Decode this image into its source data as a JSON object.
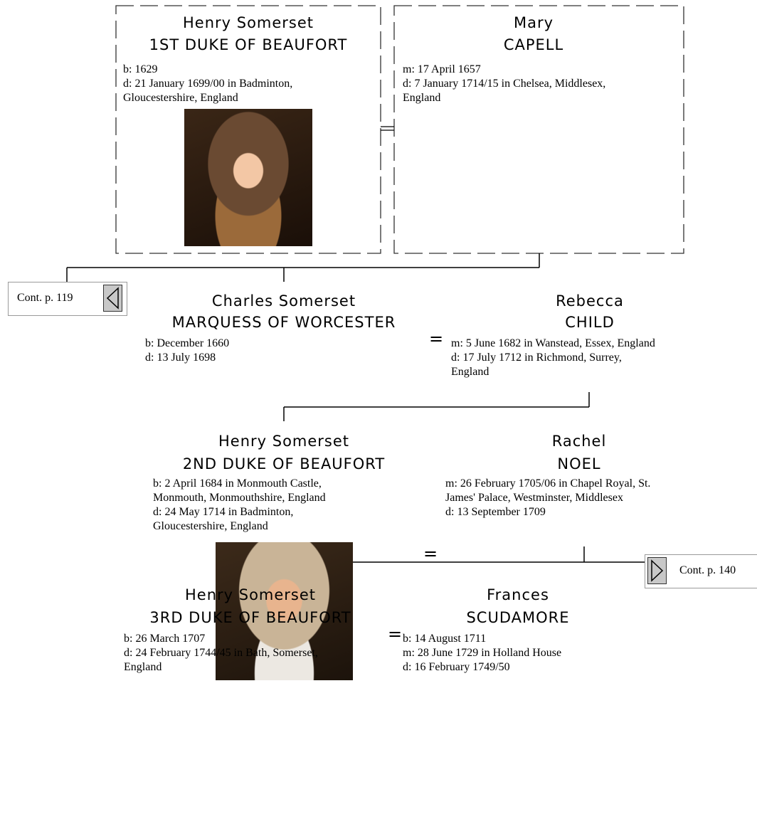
{
  "persons": {
    "henry1": {
      "first": "Henry Somerset",
      "title": "1ST DUKE OF BEAUFORT",
      "info": "b: 1629\nd: 21 January 1699/00 in Badminton,\nGloucestershire, England"
    },
    "mary": {
      "first": "Mary",
      "title": "CAPELL",
      "info": "m: 17 April 1657\nd: 7 January 1714/15 in Chelsea, Middlesex,\nEngland"
    },
    "charles": {
      "first": "Charles Somerset",
      "title": "MARQUESS OF WORCESTER",
      "info": "b: December 1660\nd: 13 July 1698"
    },
    "rebecca": {
      "first": "Rebecca",
      "title": "CHILD",
      "info": "m: 5 June 1682 in Wanstead, Essex, England\nd: 17 July 1712 in Richmond, Surrey,\nEngland"
    },
    "henry2": {
      "first": "Henry Somerset",
      "title": "2ND DUKE OF BEAUFORT",
      "info": "b: 2 April 1684 in Monmouth Castle,\nMonmouth, Monmouthshire, England\nd: 24 May 1714 in Badminton,\nGloucestershire, England"
    },
    "rachel": {
      "first": "Rachel",
      "title": "NOEL",
      "info": "m: 26 February 1705/06 in Chapel Royal, St.\nJames' Palace, Westminster, Middlesex\nd: 13 September 1709"
    },
    "henry3": {
      "first": "Henry Somerset",
      "title": "3RD DUKE OF BEAUFORT",
      "info": "b: 26 March 1707\nd: 24 February 1744/45 in Bath, Somerset,\nEngland"
    },
    "frances": {
      "first": "Frances",
      "title": "SCUDAMORE",
      "info": "b: 14 August 1711\nm: 28 June 1729 in Holland House\nd: 16 February 1749/50"
    }
  },
  "marriage_symbol": "=",
  "nav": {
    "prev": "Cont. p. 119",
    "next": "Cont. p. 140"
  },
  "colors": {
    "line": "#000000",
    "dashed_border": "#333333",
    "nav_button": "#c8c8c8",
    "nav_border": "#9a9a9a"
  }
}
